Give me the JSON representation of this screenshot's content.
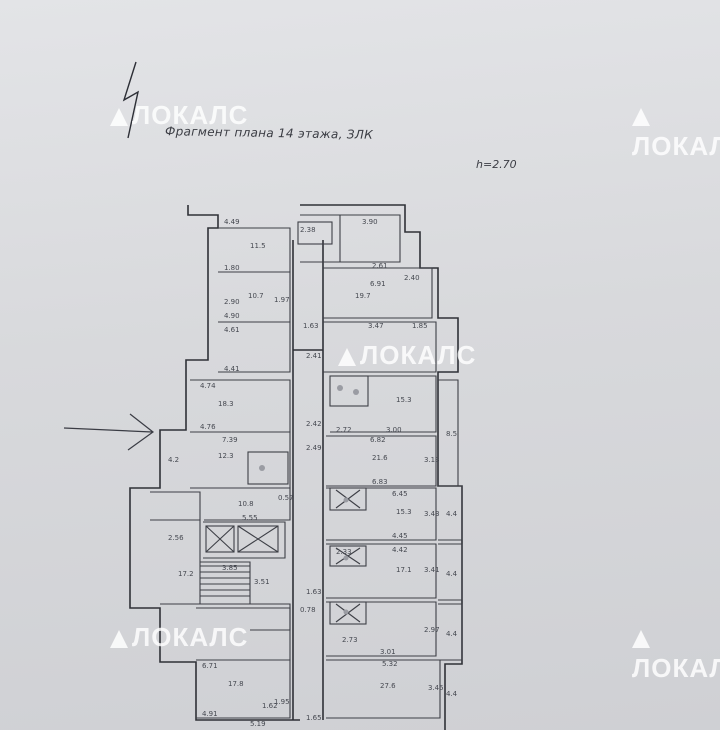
{
  "document": {
    "title": "Фрагмент плана 14 этажа, ЗЛК",
    "ceiling_height": "h=2.70"
  },
  "watermark": {
    "text": "ЛОКАЛС"
  },
  "room_areas": [
    "11.5",
    "10.7",
    "18.3",
    "19.7",
    "21.6",
    "12.3",
    "10.8",
    "17.2",
    "15.3",
    "17.1",
    "15.3",
    "17.8",
    "27.6",
    "8.5",
    "4.4",
    "4.4",
    "4.4",
    "4.4",
    "4.2"
  ],
  "dimensions": [
    "4.49",
    "4.90",
    "4.61",
    "4.41",
    "4.74",
    "4.76",
    "7.39",
    "2.41",
    "2.42",
    "2.49",
    "6.91",
    "3.47",
    "6.82",
    "6.83",
    "6.45",
    "4.42",
    "4.45",
    "3.00",
    "2.72",
    "1.63",
    "5.55",
    "3.85",
    "3.51",
    "6.71",
    "4.91",
    "5.32",
    "5.19",
    "3.01",
    "2.73",
    "1.62",
    "1.65",
    "2.33",
    "2.56",
    "2.38",
    "1.97",
    "3.13",
    "3.43",
    "3.41",
    "2.97",
    "3.45",
    "2.40",
    "2.90",
    "3.90",
    "2.61",
    "1.80",
    "1.85",
    "1.95",
    "0.57",
    "0.78",
    "1.63"
  ]
}
